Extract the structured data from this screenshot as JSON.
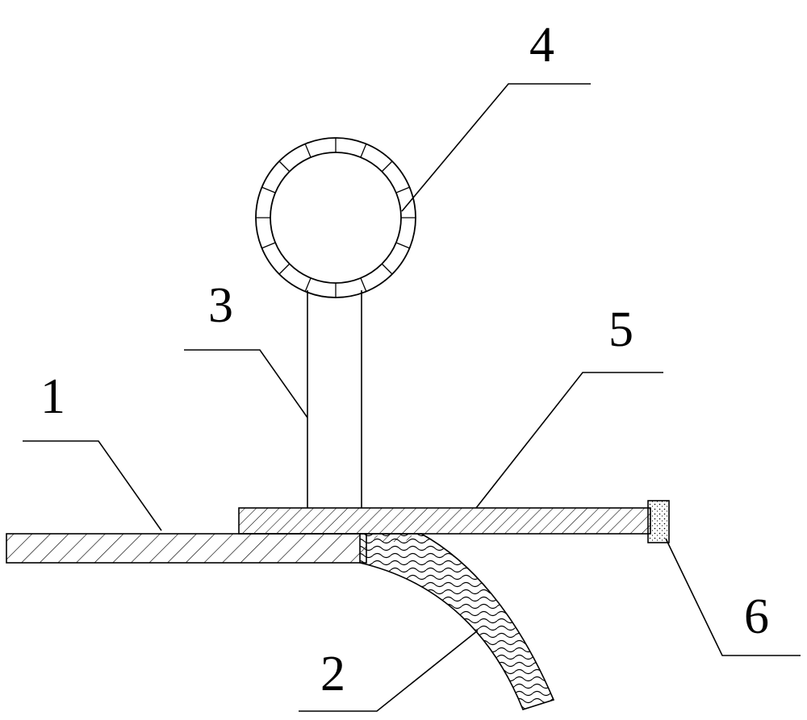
{
  "diagram": {
    "line_color": "#000000",
    "background": "#ffffff",
    "callouts": [
      {
        "id": "1",
        "label": "1"
      },
      {
        "id": "2",
        "label": "2"
      },
      {
        "id": "3",
        "label": "3"
      },
      {
        "id": "4",
        "label": "4"
      },
      {
        "id": "5",
        "label": "5"
      },
      {
        "id": "6",
        "label": "6"
      }
    ]
  }
}
